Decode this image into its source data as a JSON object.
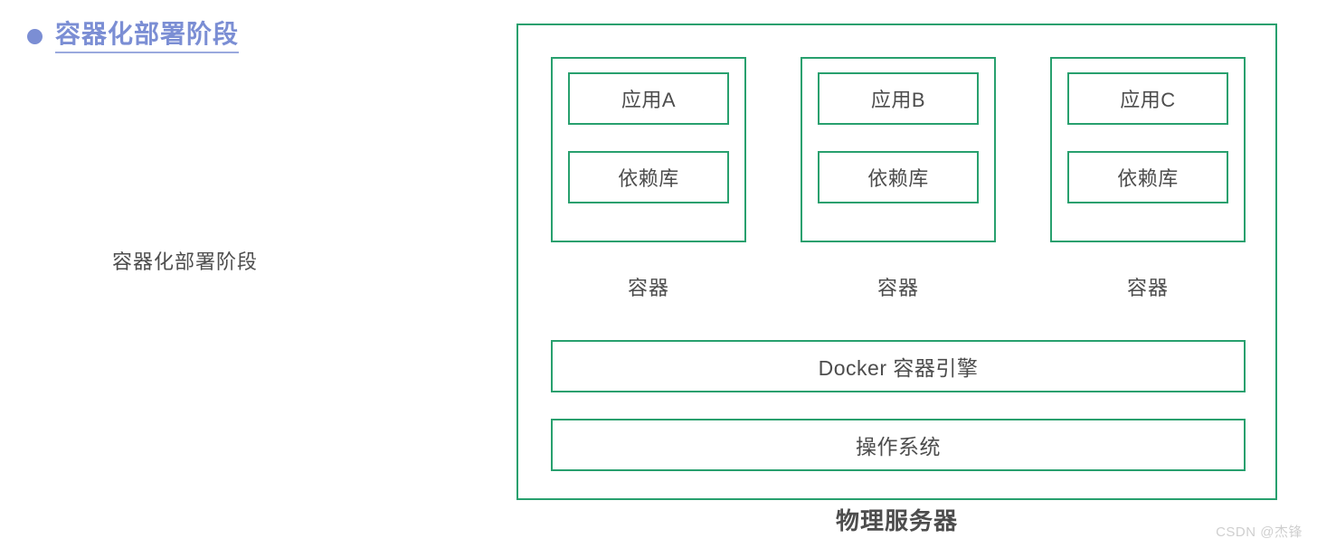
{
  "slide": {
    "title": "容器化部署阶段",
    "body_text": "容器化部署阶段",
    "accent_color": "#7b8ed4",
    "diagram_color": "#28a06e",
    "text_color": "#4d4d4d"
  },
  "diagram": {
    "containers": [
      {
        "app": "应用A",
        "dependency": "依赖库",
        "label": "容器"
      },
      {
        "app": "应用B",
        "dependency": "依赖库",
        "label": "容器"
      },
      {
        "app": "应用C",
        "dependency": "依赖库",
        "label": "容器"
      }
    ],
    "engine": "Docker 容器引擎",
    "operating_system": "操作系统",
    "server_caption": "物理服务器"
  },
  "watermark": "CSDN @杰锋"
}
